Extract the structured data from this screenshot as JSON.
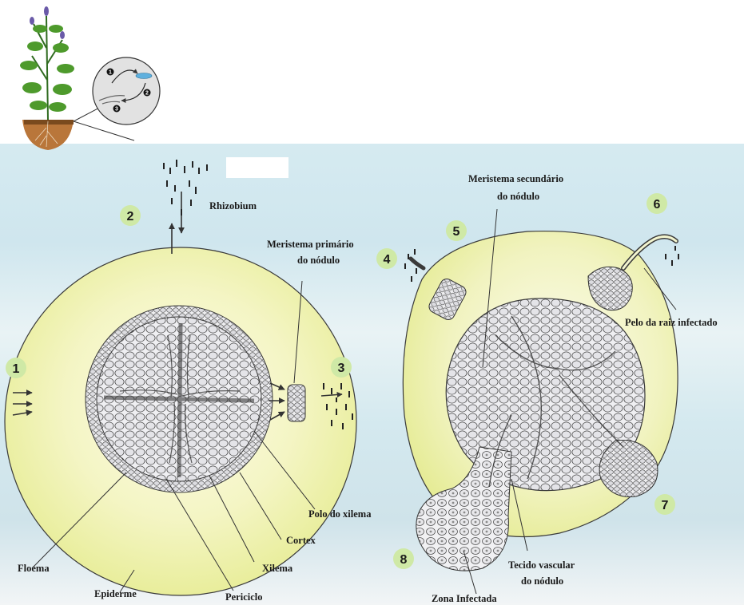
{
  "steps": [
    "1",
    "2",
    "3",
    "4",
    "5",
    "6",
    "7",
    "8"
  ],
  "inset_cycle_steps": [
    "1",
    "2",
    "3"
  ],
  "left_diagram": {
    "labels": {
      "rhizobium": "Rhizobium",
      "meristema_primario_1": "Meristema primário",
      "meristema_primario_2": "do nódulo",
      "polo_xilema": "Polo do xilema",
      "cortex": "Cortex",
      "floema": "Floema",
      "xilema": "Xilema",
      "epiderme": "Epiderme",
      "periciclo": "Periciclo"
    }
  },
  "right_diagram": {
    "labels": {
      "meristema_secundario_1": "Meristema secundário",
      "meristema_secundario_2": "do nódulo",
      "pelo_raiz": "Pelo da raiz infectado",
      "tecido_vascular_1": "Tecido vascular",
      "tecido_vascular_2": "do nódulo",
      "zona_infectada": "Zona Infectada"
    }
  },
  "colors": {
    "band_blue": "#cfe6ee",
    "cortex_yellow": "#eef1a8",
    "badge_green": "#cfe9a6",
    "cell_fill": "#e8e8ea",
    "outline": "#3a3a3a"
  }
}
